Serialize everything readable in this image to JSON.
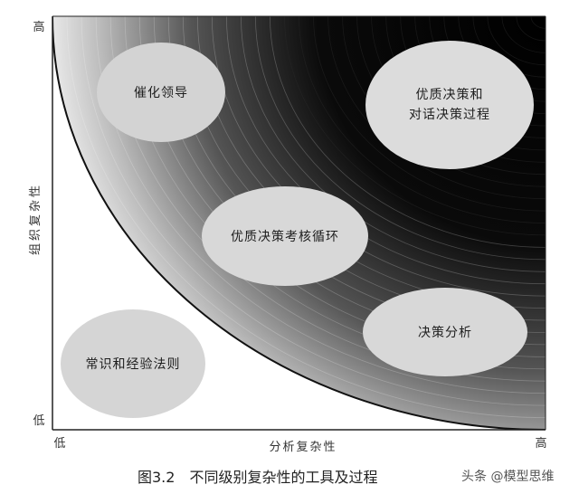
{
  "diagram": {
    "y_axis": {
      "label": "组织复杂性",
      "high": "高",
      "low": "低"
    },
    "x_axis": {
      "label": "分析复杂性",
      "low": "低",
      "high": "高"
    },
    "regions": [
      {
        "lines": [
          "催化领导"
        ]
      },
      {
        "lines": [
          "优质决策和",
          "对话决策过程"
        ]
      },
      {
        "lines": [
          "优质决策考核循环"
        ]
      },
      {
        "lines": [
          "决策分析"
        ]
      },
      {
        "lines": [
          "常识和经验法则"
        ]
      }
    ]
  },
  "caption": {
    "number": "图3.2",
    "text": "不同级别复杂性的工具及过程"
  },
  "watermark": {
    "text": "头条 @模型思维"
  }
}
